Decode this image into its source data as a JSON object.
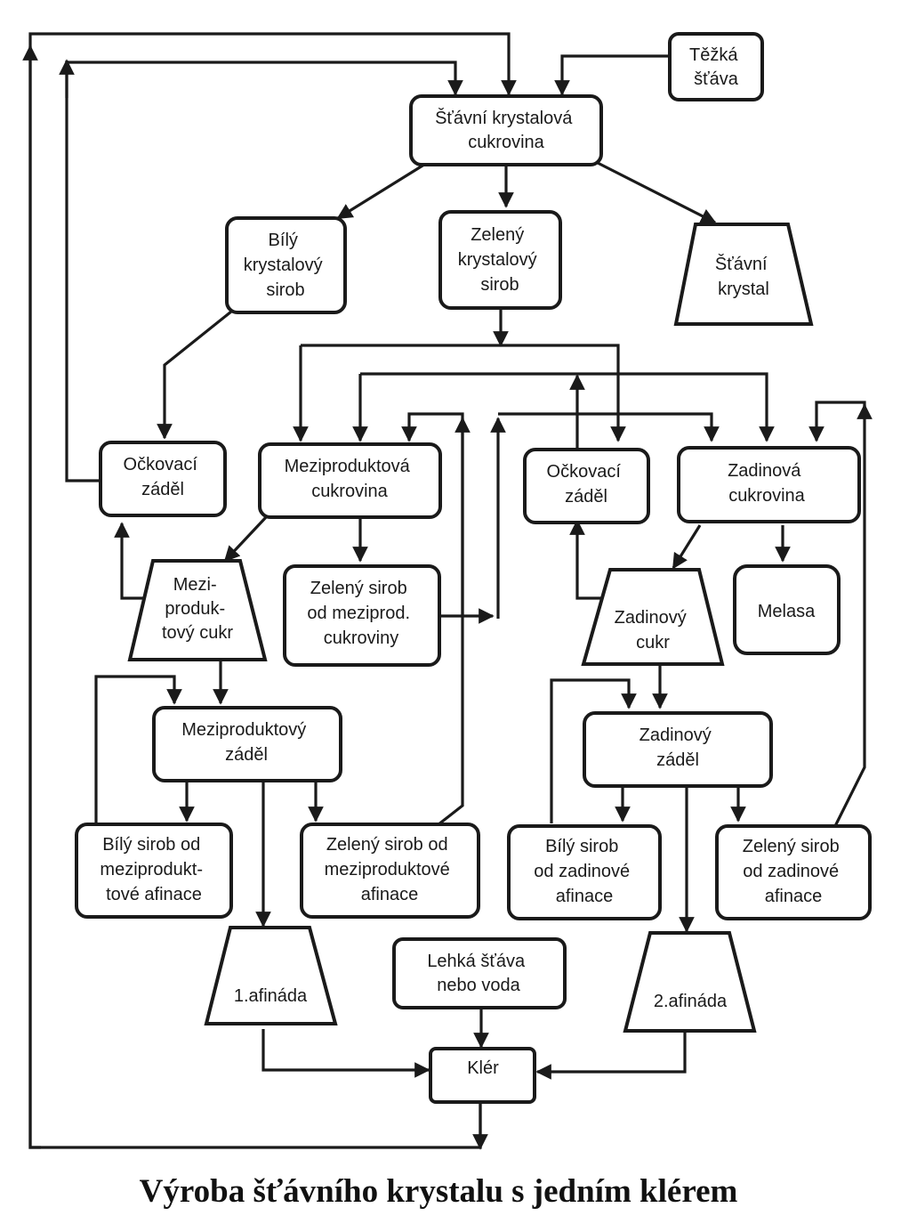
{
  "caption": "Výroba šťávního krystalu s jedním klérem",
  "nodes": {
    "tezka_stava": [
      "Těžká",
      "šťáva"
    ],
    "stavni_krystalova_cukrovina": [
      "Šťávní krystalová",
      "cukrovina"
    ],
    "bily_krystalovy_sirob": [
      "Bílý",
      "krystalový",
      "sirob"
    ],
    "zeleny_krystalovy_sirob": [
      "Zelený",
      "krystalový",
      "sirob"
    ],
    "stavni_krystal": [
      "Šťávní",
      "krystal"
    ],
    "ockovaci_zadel_left": [
      "Očkovací",
      "záděl"
    ],
    "meziproduktova_cukrovina": [
      "Meziproduktová",
      "cukrovina"
    ],
    "ockovaci_zadel_right": [
      "Očkovací",
      "záděl"
    ],
    "zadinova_cukrovina": [
      "Zadinová",
      "cukrovina"
    ],
    "meziproduktovy_cukr": [
      "Mezi-",
      "produk-",
      "tový cukr"
    ],
    "zeleny_sirob_od_meziprod_cukroviny": [
      "Zelený sirob",
      "od meziprod.",
      "cukroviny"
    ],
    "zadinovy_cukr": [
      "Zadinový",
      "cukr"
    ],
    "melasa": [
      "Melasa"
    ],
    "meziproduktovy_zadel": [
      "Meziproduktový",
      "záděl"
    ],
    "zadinovy_zadel": [
      "Zadinový",
      "záděl"
    ],
    "bily_sirob_od_meziproduktove_afinace": [
      "Bílý sirob od",
      "meziprodukt-",
      "tové afinace"
    ],
    "zeleny_sirob_od_meziproduktove_afinace": [
      "Zelený sirob od",
      "meziproduktové",
      "afinace"
    ],
    "bily_sirob_od_zadinove_afinace": [
      "Bílý sirob",
      "od zadinové",
      "afinace"
    ],
    "zeleny_sirob_od_zadinove_afinace": [
      "Zelený sirob",
      "od zadinové",
      "afinace"
    ],
    "afinada_1": [
      "1.afináda"
    ],
    "lehka_stava_nebo_voda": [
      "Lehká šťáva",
      "nebo voda"
    ],
    "afinada_2": [
      "2.afináda"
    ],
    "kler": [
      "Klér"
    ]
  }
}
